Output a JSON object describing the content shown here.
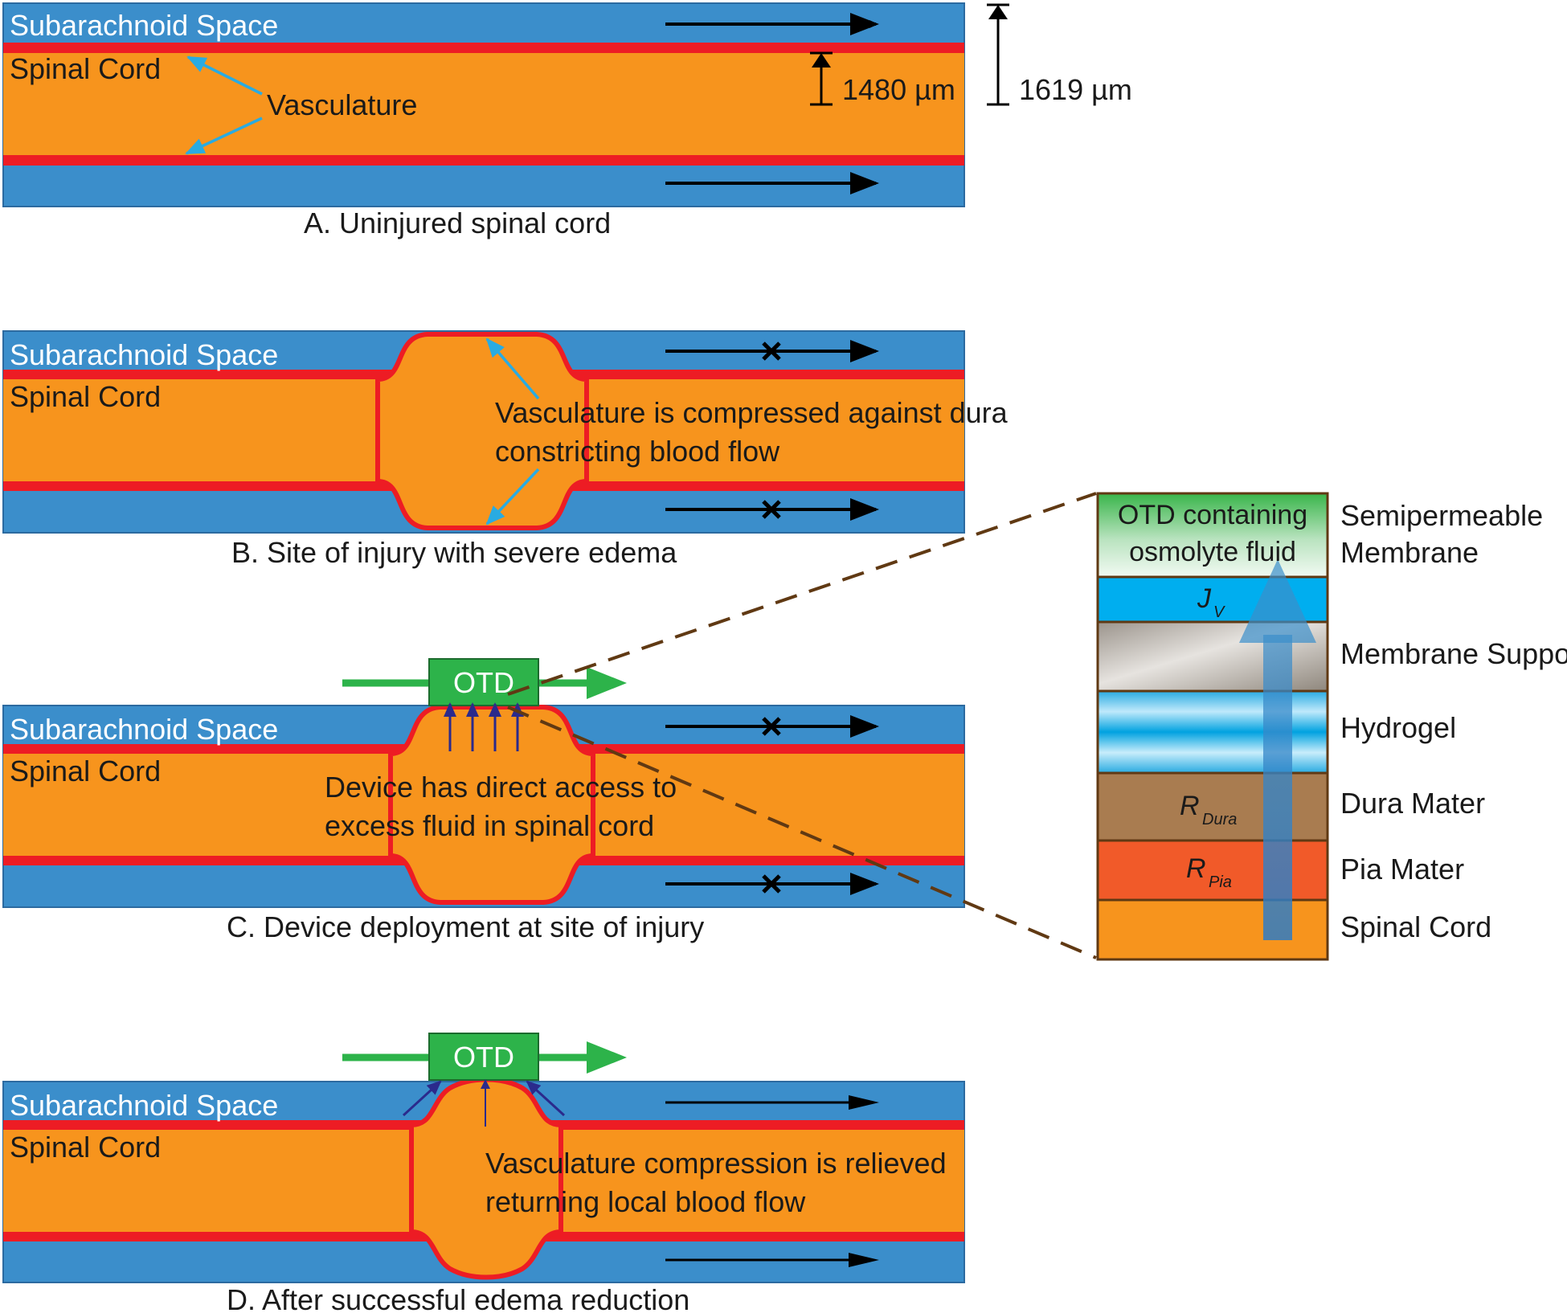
{
  "panels": {
    "a": {
      "subarachnoid_label": "Subarachnoid Space",
      "spinal_cord_label": "Spinal Cord",
      "vasculature_label": "Vasculature",
      "inner_dimension": "1480  µm",
      "outer_dimension": "1619  µm",
      "caption": "A. Uninjured spinal cord"
    },
    "b": {
      "subarachnoid_label": "Subarachnoid Space",
      "spinal_cord_label": "Spinal Cord",
      "annotation_line1": "Vasculature is compressed against dura",
      "annotation_line2": "constricting blood flow",
      "caption": "B. Site of injury with severe edema"
    },
    "c": {
      "subarachnoid_label": "Subarachnoid Space",
      "spinal_cord_label": "Spinal Cord",
      "device_label": "OTD",
      "annotation_line1": "Device has direct access to",
      "annotation_line2": "excess fluid in spinal cord",
      "caption": "C. Device deployment at site of injury"
    },
    "d": {
      "subarachnoid_label": "Subarachnoid Space",
      "spinal_cord_label": "Spinal Cord",
      "device_label": "OTD",
      "annotation_line1": "Vasculature compression is relieved",
      "annotation_line2": "returning local blood flow",
      "caption": "D. After successful edema reduction"
    }
  },
  "layer_stack": {
    "otd_line1": "OTD containing",
    "otd_line2": "osmolyte fluid",
    "jv_symbol": "J",
    "jv_subscript": "V",
    "r_dura_symbol": "R",
    "r_dura_subscript": "Dura",
    "r_pia_symbol": "R",
    "r_pia_subscript": "Pia",
    "labels": {
      "semipermeable_line1": "Semipermeable",
      "semipermeable_line2": "Membrane",
      "membrane_support": "Membrane Support",
      "hydrogel": "Hydrogel",
      "dura_mater": "Dura Mater",
      "pia_mater": "Pia Mater",
      "spinal_cord": "Spinal Cord"
    }
  },
  "colors": {
    "subarachnoid": "#3b8ecb",
    "vasculature": "#ed1c24",
    "spinal_cord": "#f7941d",
    "device": "#2db34a",
    "fluid_arrow": "#2b2a8c",
    "pointer": "#29abe2",
    "dura_layer": "#a97c50",
    "pia_layer": "#f15a29",
    "jv_layer": "#00aeef",
    "connector": "#603913"
  }
}
